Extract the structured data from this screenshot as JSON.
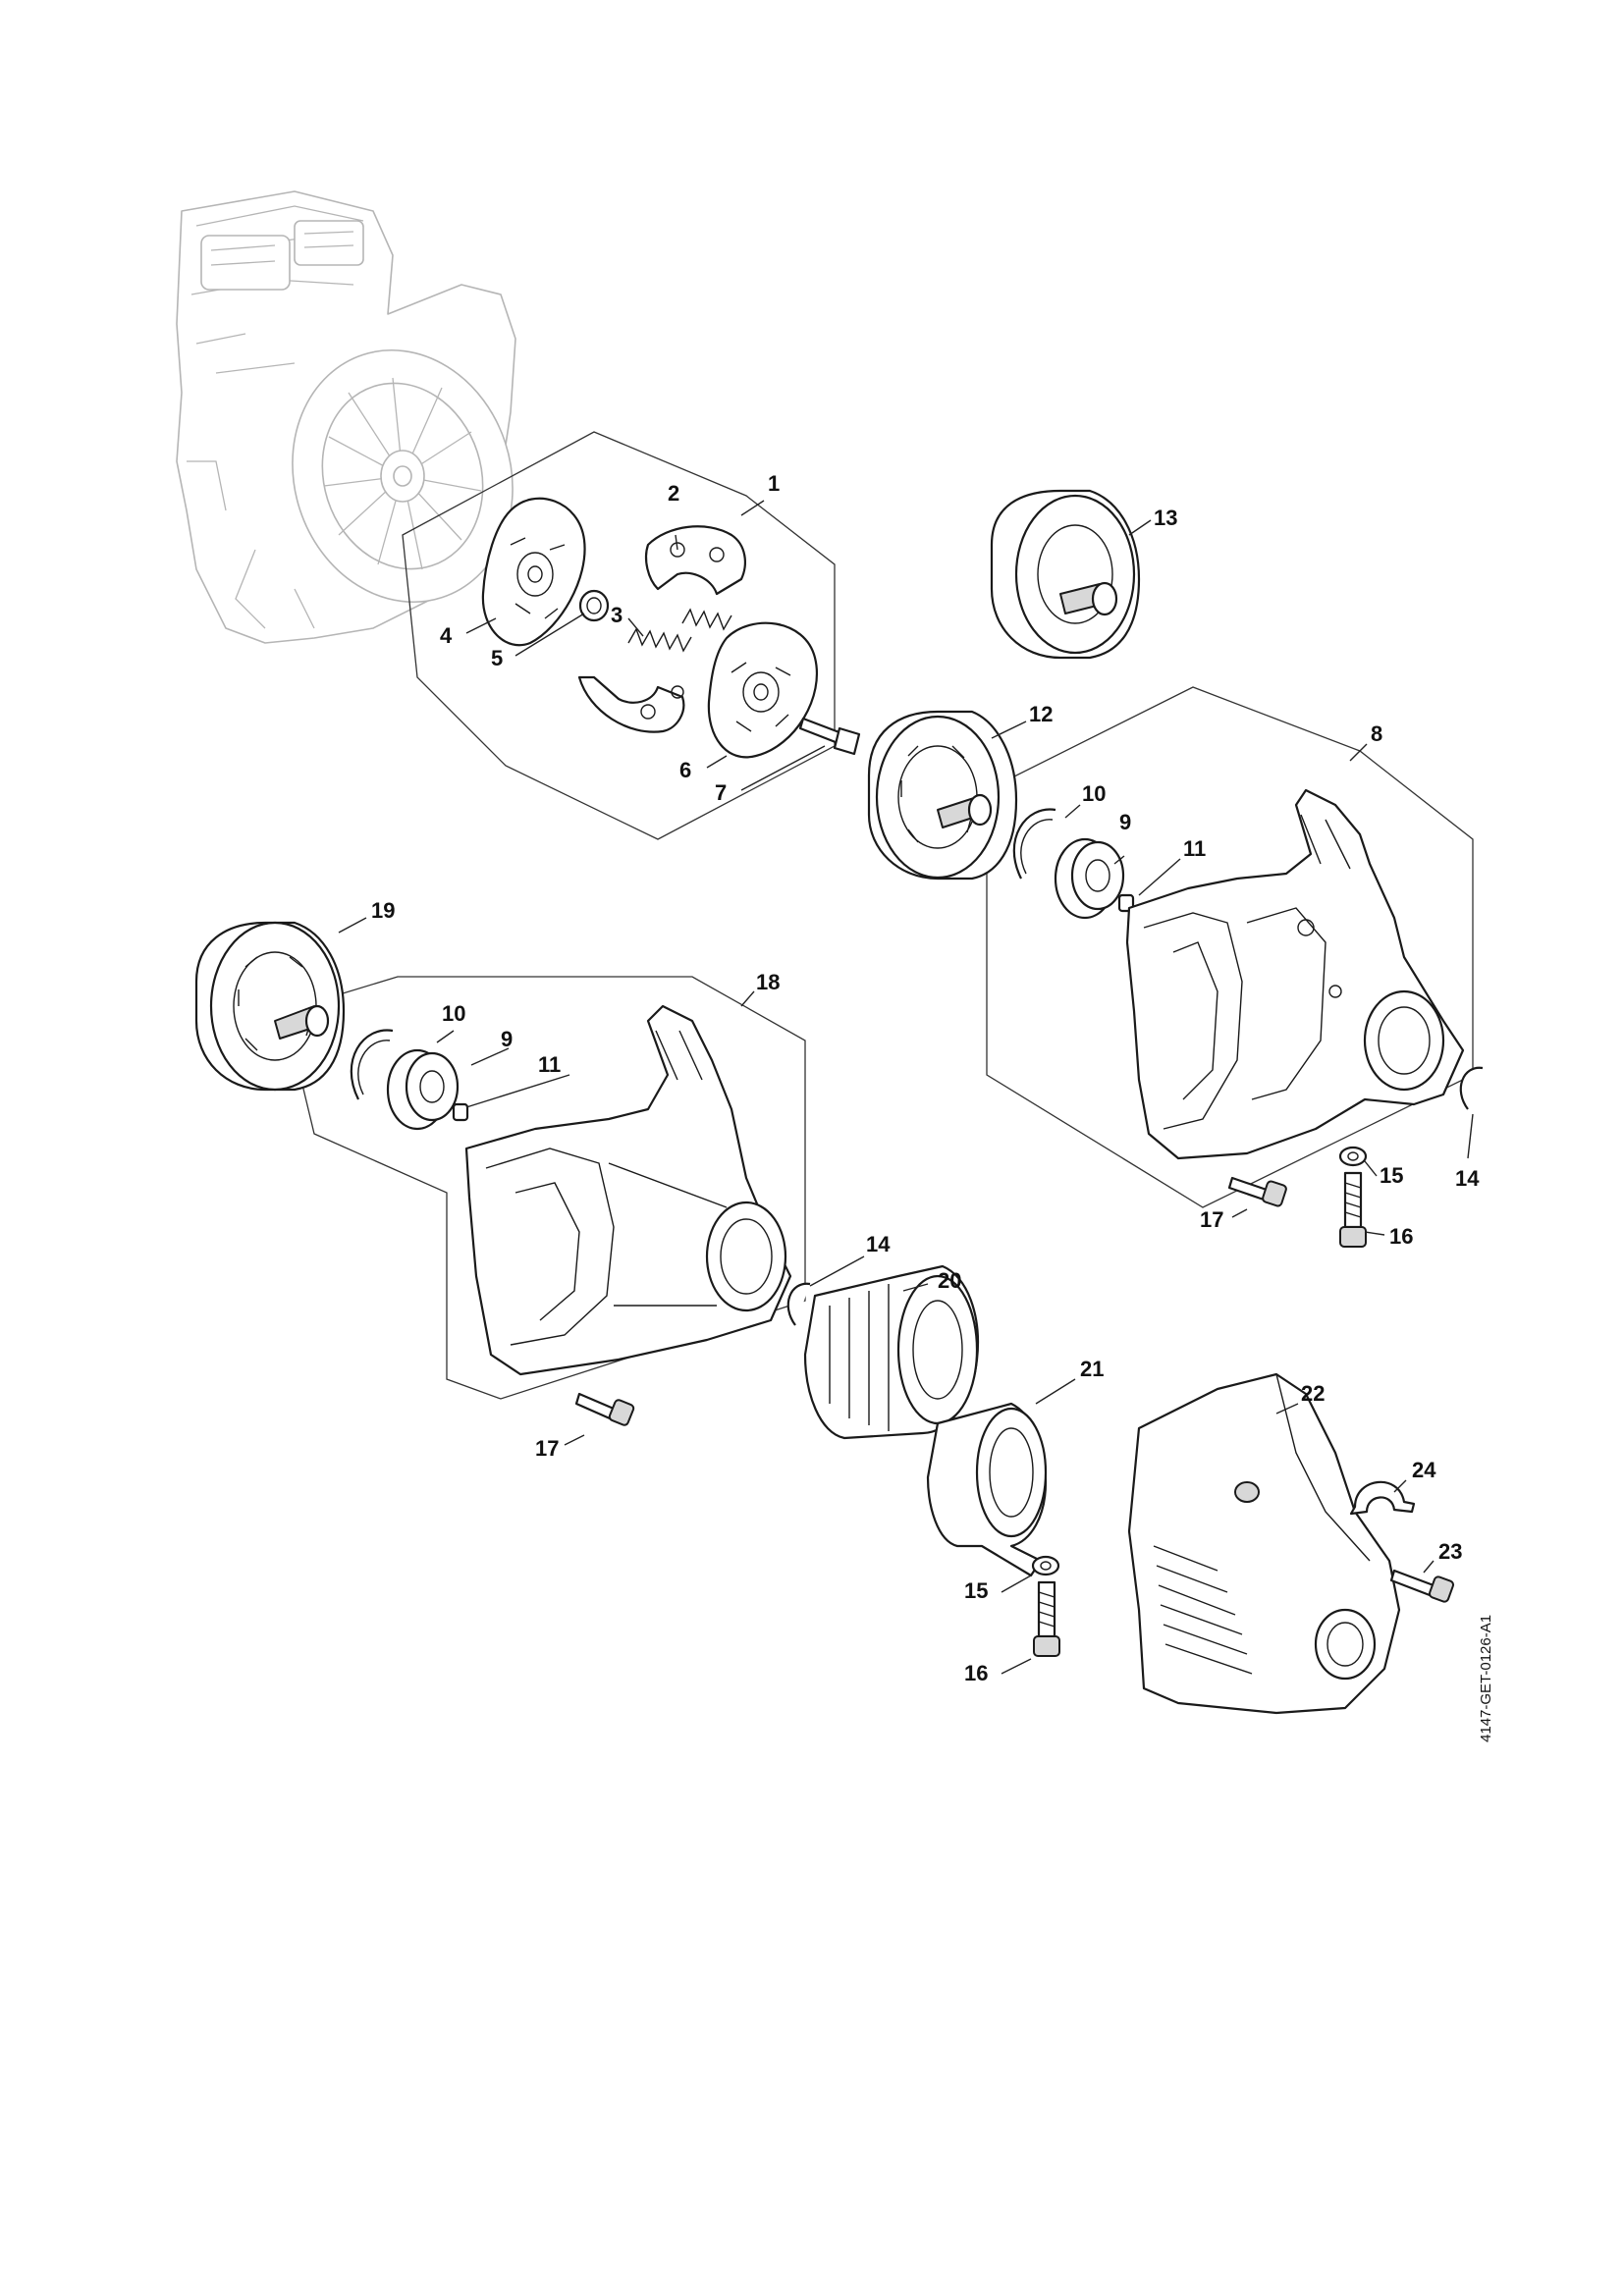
{
  "diagram": {
    "reference_code": "4147-GET-0126-A1",
    "callouts": [
      {
        "number": "1",
        "part": "clutch-assembly"
      },
      {
        "number": "2",
        "part": "clutch-shoe"
      },
      {
        "number": "3",
        "part": "clutch-spring"
      },
      {
        "number": "4",
        "part": "clutch-carrier-plate"
      },
      {
        "number": "5",
        "part": "washer"
      },
      {
        "number": "6",
        "part": "clutch-carrier-plate"
      },
      {
        "number": "7",
        "part": "screw"
      },
      {
        "number": "8",
        "part": "clutch-housing-assembly"
      },
      {
        "number": "9",
        "part": "ball-bearing"
      },
      {
        "number": "10",
        "part": "circlip"
      },
      {
        "number": "11",
        "part": "sleeve"
      },
      {
        "number": "12",
        "part": "clutch-drum"
      },
      {
        "number": "13",
        "part": "clutch-drum"
      },
      {
        "number": "14",
        "part": "snap-ring"
      },
      {
        "number": "15",
        "part": "washer"
      },
      {
        "number": "16",
        "part": "socket-screw"
      },
      {
        "number": "17",
        "part": "screw"
      },
      {
        "number": "18",
        "part": "clutch-housing-assembly"
      },
      {
        "number": "19",
        "part": "clutch-drum"
      },
      {
        "number": "20",
        "part": "damping-sleeve"
      },
      {
        "number": "21",
        "part": "clamp-sleeve"
      },
      {
        "number": "22",
        "part": "cover"
      },
      {
        "number": "23",
        "part": "screw"
      },
      {
        "number": "24",
        "part": "clip"
      }
    ]
  }
}
